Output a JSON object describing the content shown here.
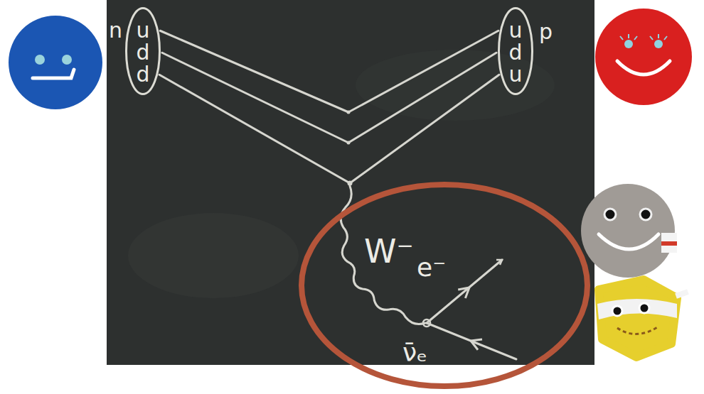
{
  "diagram": {
    "nodes": [
      {
        "text": [
          "n",
          "u",
          "d",
          "d"
        ]
      },
      {
        "text": [
          "u",
          "d",
          "u",
          "p"
        ]
      },
      {
        "text": [
          "W⁻",
          "e⁻",
          "ν̄ₑ"
        ]
      }
    ],
    "edges": [
      {
        "from": 0,
        "to": 1,
        "arrow": "none"
      },
      {
        "from": 0,
        "to": 1,
        "arrow": "none"
      },
      {
        "from": 0,
        "to": 1,
        "arrow": "none"
      }
    ]
  }
}
